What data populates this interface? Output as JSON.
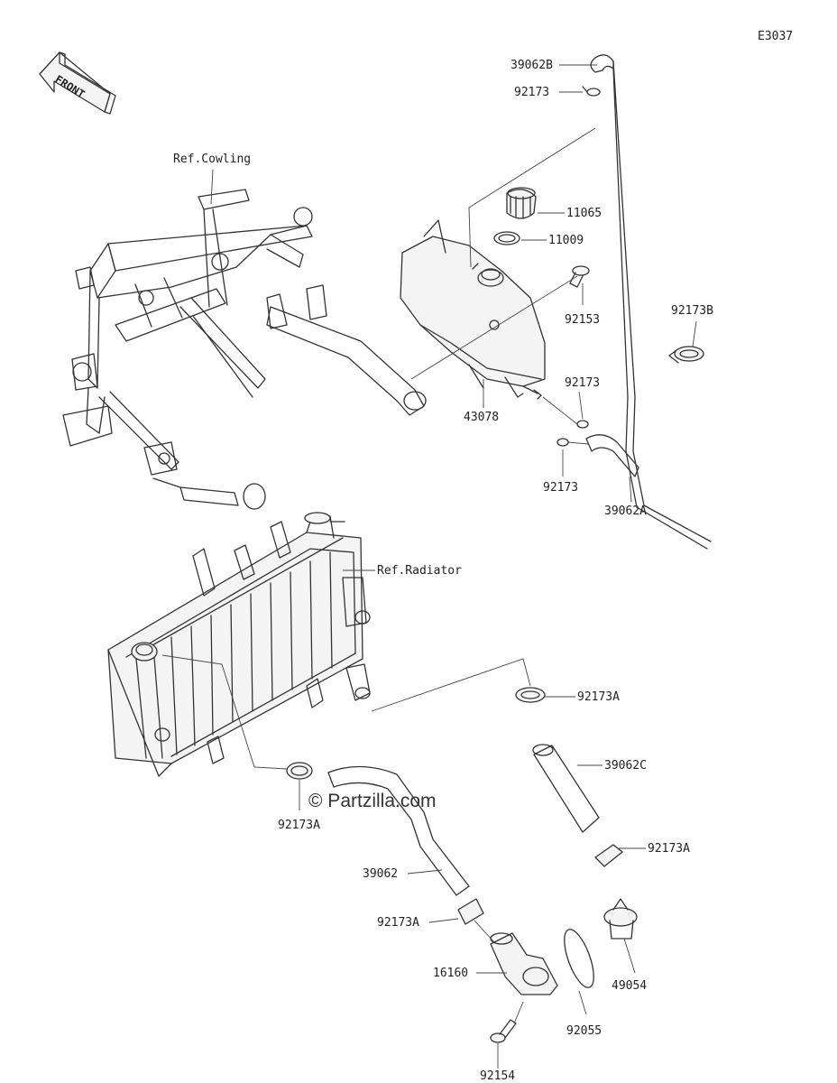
{
  "diagram_code": "E3037",
  "front_label": "FRONT",
  "watermark": "© Partzilla.com",
  "refs": {
    "cowling": "Ref.Cowling",
    "radiator": "Ref.Radiator"
  },
  "callouts": [
    {
      "id": "c-39062B",
      "text": "39062B"
    },
    {
      "id": "c-92173-top",
      "text": "92173"
    },
    {
      "id": "c-11065",
      "text": "11065"
    },
    {
      "id": "c-11009",
      "text": "11009"
    },
    {
      "id": "c-92153",
      "text": "92153"
    },
    {
      "id": "c-92173B",
      "text": "92173B"
    },
    {
      "id": "c-43078",
      "text": "43078"
    },
    {
      "id": "c-92173-mid",
      "text": "92173"
    },
    {
      "id": "c-92173-low",
      "text": "92173"
    },
    {
      "id": "c-39062A",
      "text": "39062A"
    },
    {
      "id": "c-92173A-1",
      "text": "92173A"
    },
    {
      "id": "c-39062C",
      "text": "39062C"
    },
    {
      "id": "c-92173A-2",
      "text": "92173A"
    },
    {
      "id": "c-92173A-3",
      "text": "92173A"
    },
    {
      "id": "c-39062",
      "text": "39062"
    },
    {
      "id": "c-92173A-4",
      "text": "92173A"
    },
    {
      "id": "c-16160",
      "text": "16160"
    },
    {
      "id": "c-92055",
      "text": "92055"
    },
    {
      "id": "c-49054",
      "text": "49054"
    },
    {
      "id": "c-92154",
      "text": "92154"
    }
  ]
}
